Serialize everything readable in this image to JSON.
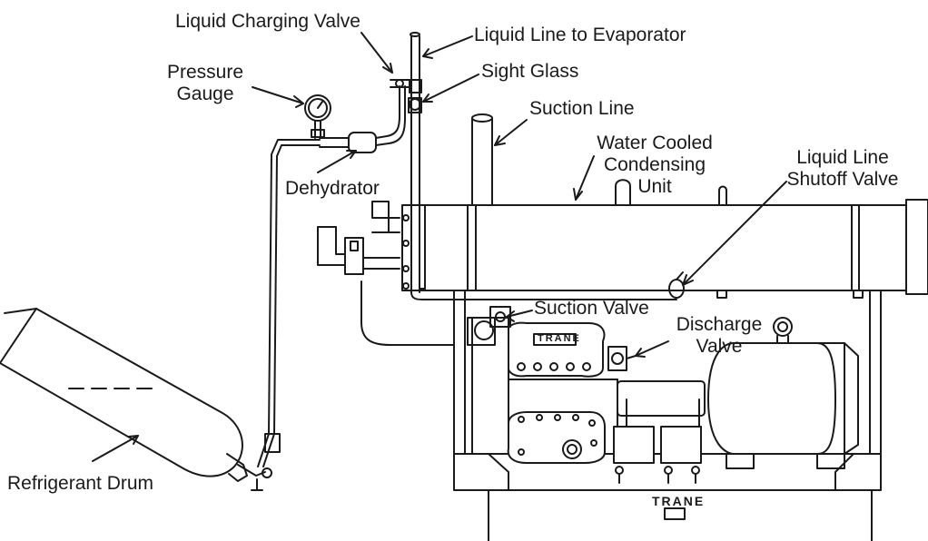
{
  "labels": {
    "liquid_charging_valve": "Liquid Charging Valve",
    "liquid_line_to_evaporator": "Liquid Line to Evaporator",
    "pressure_gauge": [
      "Pressure",
      "Gauge"
    ],
    "sight_glass": "Sight Glass",
    "suction_line": "Suction Line",
    "water_cooled_condensing_unit": [
      "Water Cooled",
      "Condensing",
      "Unit"
    ],
    "liquid_line_shutoff_valve": [
      "Liquid Line",
      "Shutoff Valve"
    ],
    "dehydrator": "Dehydrator",
    "suction_valve": "Suction Valve",
    "discharge_valve": [
      "Discharge",
      "Valve"
    ],
    "refrigerant_drum": "Refrigerant Drum"
  },
  "nameplates": {
    "compressor_top": "TRANE",
    "base": "TRANE"
  },
  "colors": {
    "ink": "#1a1a1a",
    "background": "#ffffff"
  }
}
